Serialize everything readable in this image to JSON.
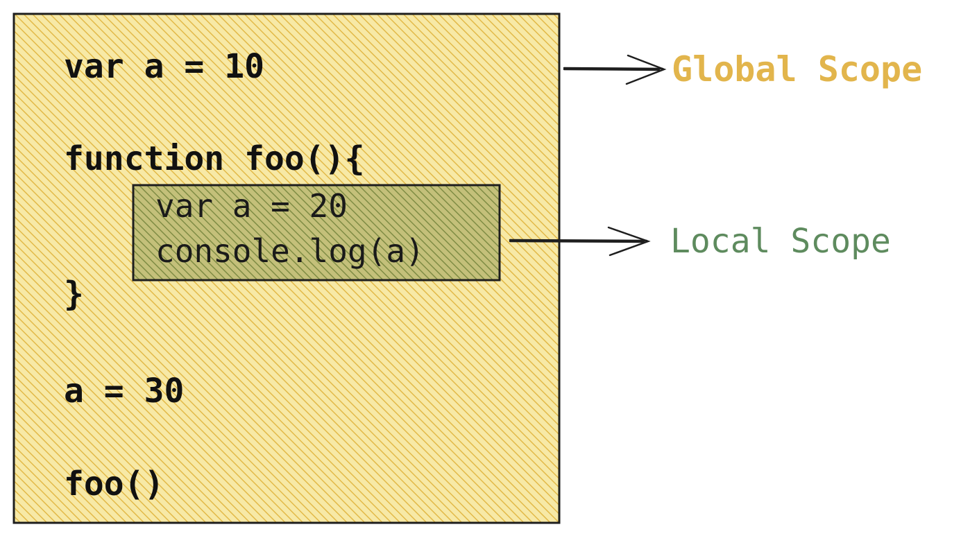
{
  "colors": {
    "global_fill": "#f0d56a",
    "global_hatch": "#e0b43c",
    "local_fill": "#b5b567",
    "local_hatch": "#7b8a45",
    "global_label": "#e2b54c",
    "local_label": "#5e8b5e",
    "stroke": "#1e1e1e"
  },
  "global_scope": {
    "code_lines": [
      "var a = 10",
      "function foo(){",
      "}",
      "a = 30",
      "foo()"
    ],
    "label": "Global Scope"
  },
  "local_scope": {
    "code_lines": [
      "var a = 20",
      "console.log(a)"
    ],
    "label": "Local Scope"
  },
  "icons": {
    "global_arrow": "arrow-right-icon",
    "local_arrow": "arrow-right-icon"
  }
}
